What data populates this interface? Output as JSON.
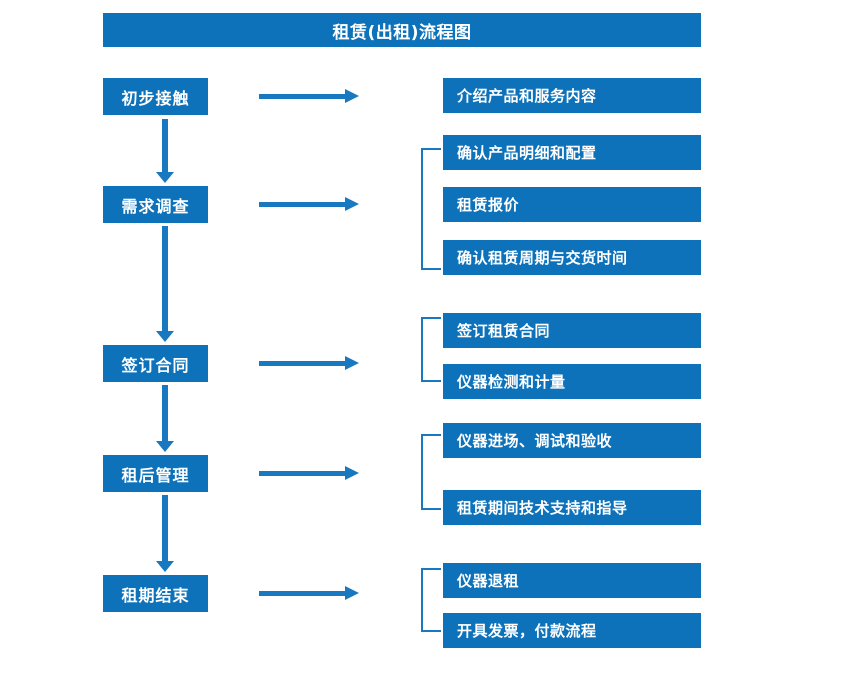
{
  "diagram": {
    "title": "租赁(出租)流程图",
    "colors": {
      "box_blue": "#0d72ba",
      "arrow_blue": "#1878c0",
      "box_text": "#ffffff",
      "background": "#ffffff"
    },
    "stages": [
      {
        "label": "初步接触"
      },
      {
        "label": "需求调查"
      },
      {
        "label": "签订合同"
      },
      {
        "label": "租后管理"
      },
      {
        "label": "租期结束"
      }
    ],
    "details": [
      {
        "label": "介绍产品和服务内容"
      },
      {
        "label": "确认产品明细和配置"
      },
      {
        "label": "租赁报价"
      },
      {
        "label": "确认租赁周期与交货时间"
      },
      {
        "label": "签订租赁合同"
      },
      {
        "label": "仪器检测和计量"
      },
      {
        "label": "仪器进场、调试和验收"
      },
      {
        "label": "租赁期间技术支持和指导"
      },
      {
        "label": "仪器退租"
      },
      {
        "label": "开具发票，付款流程"
      }
    ],
    "connectors": {
      "vertical_arrow_icon": "arrow-down-icon",
      "horizontal_arrow_icon": "arrow-right-icon",
      "bracket_icon": "group-bracket-icon",
      "vertical_arrow_count": 4,
      "horizontal_arrow_count": 5,
      "bracket_count": 4
    }
  }
}
